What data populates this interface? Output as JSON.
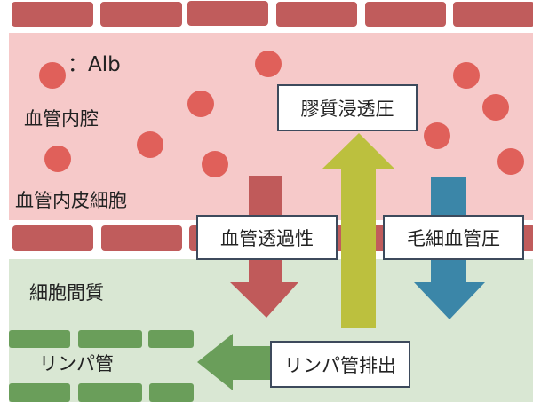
{
  "colors": {
    "lumen": "#f6c9c9",
    "interstitium": "#d9e7d3",
    "endothelium": "#c05c5c",
    "albumin": "#e0605a",
    "permeability_arrow": "#c05a5a",
    "oncotic_arrow": "#bcc03e",
    "capillary_arrow": "#3b86a8",
    "lymph": "#6a9e5a",
    "box_border": "#3d4a5c"
  },
  "legend": {
    "albumin_label": "：Alb"
  },
  "regions": {
    "lumen": "血管内腔",
    "endothelial_cells": "血管内皮細胞",
    "interstitium": "細胞間質",
    "lymph_vessel": "リンパ管"
  },
  "forces": {
    "oncotic_pressure": "膠質浸透圧",
    "vascular_permeability": "血管透過性",
    "capillary_pressure": "毛細血管圧",
    "lymph_drainage": "リンパ管排出"
  }
}
